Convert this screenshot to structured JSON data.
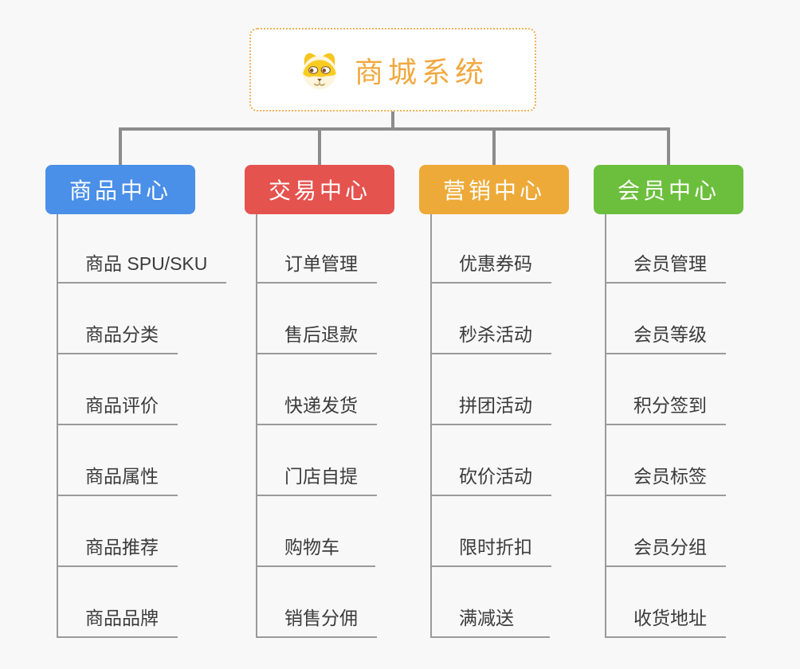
{
  "root": {
    "title": "商城系统",
    "icon": "dog-face-icon",
    "accent_color": "#f1a83f"
  },
  "branches": [
    {
      "label": "商品中心",
      "color": "#4a8fe8",
      "items": [
        "商品 SPU/SKU",
        "商品分类",
        "商品评价",
        "商品属性",
        "商品推荐",
        "商品品牌"
      ]
    },
    {
      "label": "交易中心",
      "color": "#e5534f",
      "items": [
        "订单管理",
        "售后退款",
        "快递发货",
        "门店自提",
        "购物车",
        "销售分佣"
      ]
    },
    {
      "label": "营销中心",
      "color": "#edaa38",
      "items": [
        "优惠券码",
        "秒杀活动",
        "拼团活动",
        "砍价活动",
        "限时折扣",
        "满减送"
      ]
    },
    {
      "label": "会员中心",
      "color": "#6cbf3d",
      "items": [
        "会员管理",
        "会员等级",
        "积分签到",
        "会员标签",
        "会员分组",
        "收货地址"
      ]
    }
  ],
  "colors": {
    "background": "#f8f8f8",
    "connector": "#8c8c8c",
    "leaf_line": "#9a9a9a",
    "leaf_text": "#3b3b3b"
  }
}
